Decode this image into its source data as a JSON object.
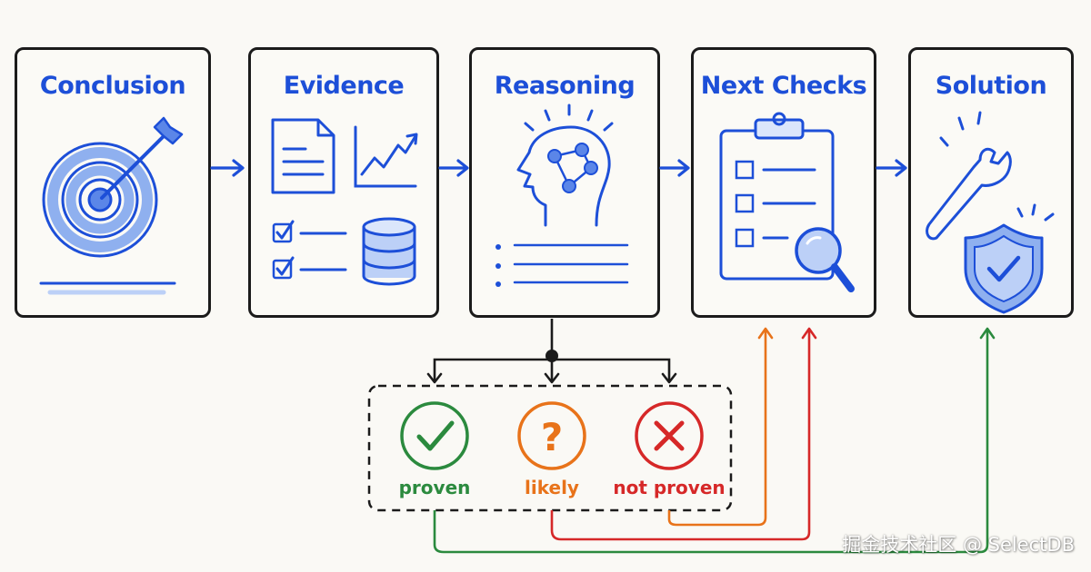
{
  "steps": [
    {
      "title": "Conclusion"
    },
    {
      "title": "Evidence"
    },
    {
      "title": "Reasoning"
    },
    {
      "title": "Next Checks"
    },
    {
      "title": "Solution"
    }
  ],
  "outcomes": [
    {
      "label": "proven",
      "color": "#2b8a3e"
    },
    {
      "label": "likely",
      "color": "#e8731a"
    },
    {
      "label": "not proven",
      "color": "#d62828"
    }
  ],
  "colors": {
    "accent": "#1d4fd8",
    "accent_light": "#bcd0f7",
    "ink": "#1b1b1b",
    "background": "#faf9f5"
  },
  "watermark": "掘金技术社区 @ SelectDB"
}
